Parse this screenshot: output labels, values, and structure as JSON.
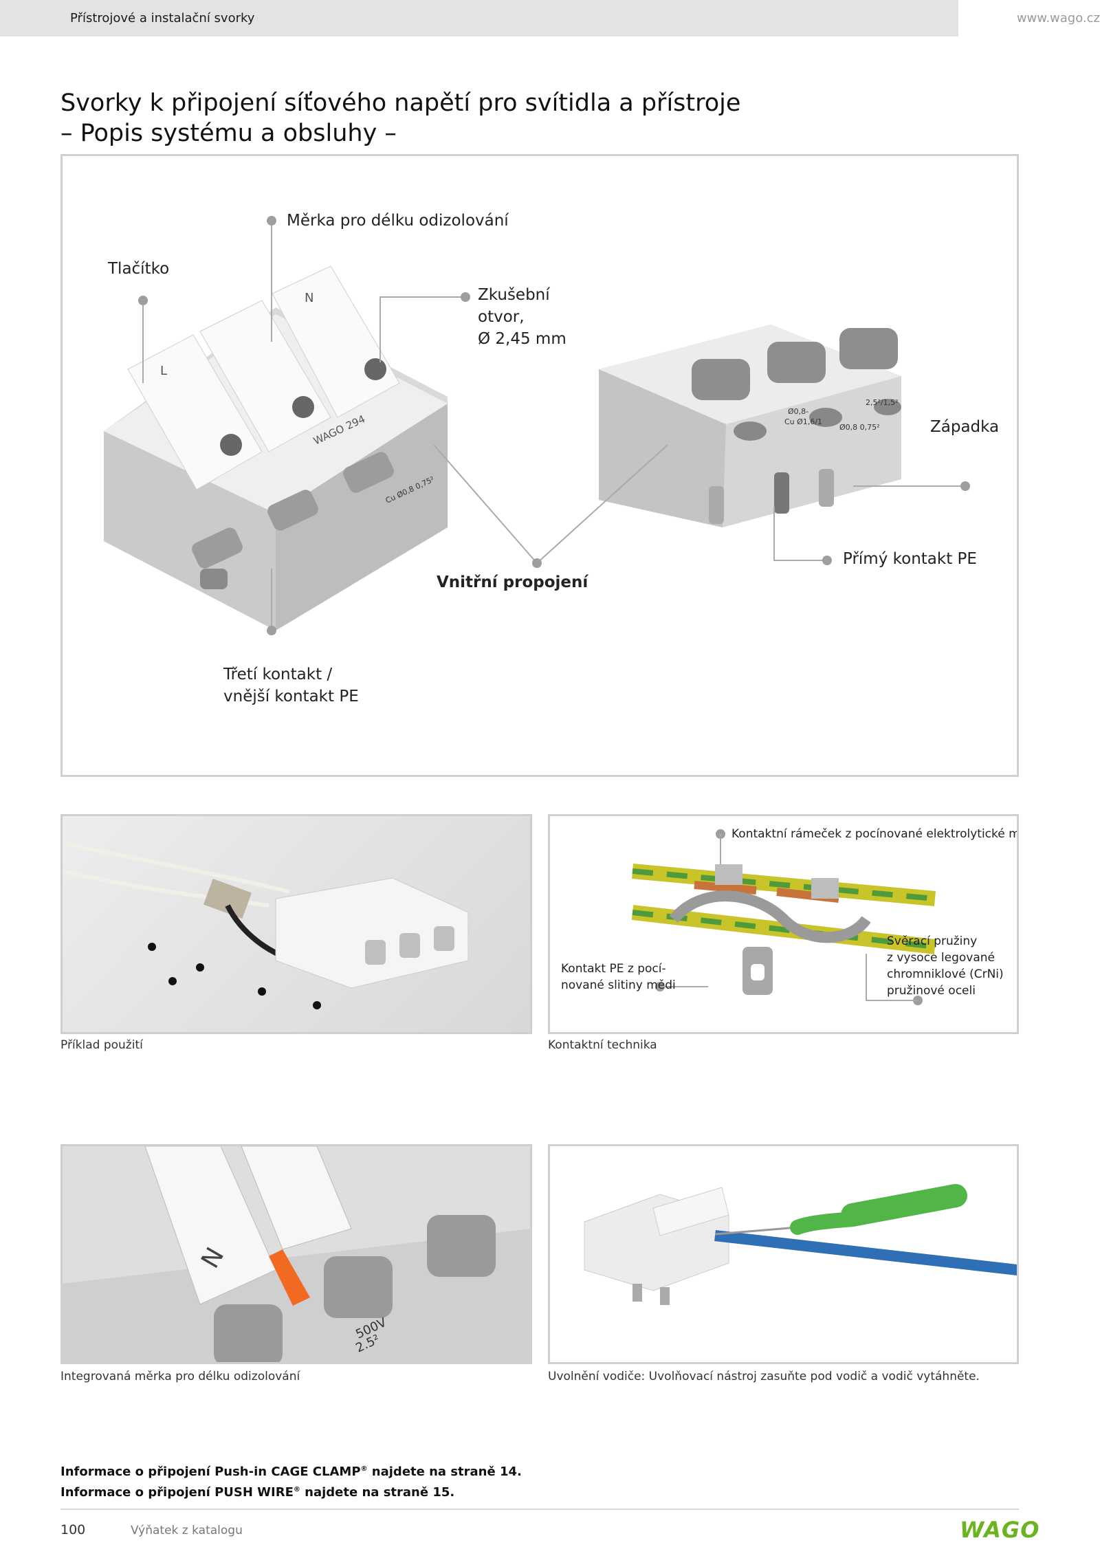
{
  "header": {
    "section": "Přístrojové a instalační svorky",
    "website": "www.wago.cz"
  },
  "title": {
    "line1": "Svorky k připojení síťového napětí pro svítidla a přístroje",
    "line2": "– Popis systému a obsluhy –"
  },
  "main_figure": {
    "labels": {
      "button": "Tlačítko",
      "strip_gauge": "Měrka pro délku odizolování",
      "test_hole_1": "Zkušební",
      "test_hole_2": "otvor,",
      "test_hole_3": "Ø 2,45 mm",
      "latch": "Západka",
      "direct_pe": "Přímý kontakt PE",
      "internal": "Vnitřní propojení",
      "third_1": "Třetí kontakt /",
      "third_2": "vnější kontakt PE"
    },
    "markings": {
      "l": "L",
      "n": "N",
      "brand": "WAGO 294",
      "cu_spec": "Cu Ø0,8 0,75²",
      "cu_spec2": "Cu Ø1,6/1",
      "size": "2,5²/1,5²",
      "spec3": "Ø0,8 0,75²",
      "spec4": "Ø0,8-"
    }
  },
  "contact_figure": {
    "frame_label": "Kontaktní rámeček z pocínované elektrolytické mědi",
    "pe_1": "Kontakt PE z pocí-",
    "pe_2": "nované slitiny mědi",
    "spring_1": "Svěrací pružiny",
    "spring_2": "z vysoce legované",
    "spring_3": "chromniklové (CrNi)",
    "spring_4": "pružinové oceli"
  },
  "gauge_figure": {
    "marks": {
      "n": "N",
      "v": "500V",
      "s": "2.5²"
    }
  },
  "captions": {
    "usage": "Příklad použití",
    "contact": "Kontaktní technika",
    "gauge": "Integrovaná měrka pro délku odizolování",
    "release": "Uvolnění vodiče: Uvolňovací nástroj zasuňte pod vodič a vodič vytáhněte."
  },
  "info": {
    "line1_a": "Informace o připojení Push-in CAGE CLAMP",
    "line1_b": " najdete na straně 14.",
    "line2_a": "Informace o připojení PUSH WIRE",
    "line2_b": " najdete na straně 15.",
    "reg": "®"
  },
  "footer": {
    "page": "100",
    "note": "Výňatek z katalogu",
    "logo": "WAGO"
  },
  "colors": {
    "brand_green": "#6cb41f",
    "pe_yellow": "#c8c42a",
    "pe_green": "#4f9a3b",
    "copper": "#c8733a",
    "wire_blue": "#2f6fb5",
    "tool_green": "#52b548",
    "gauge_orange": "#f26a21"
  }
}
